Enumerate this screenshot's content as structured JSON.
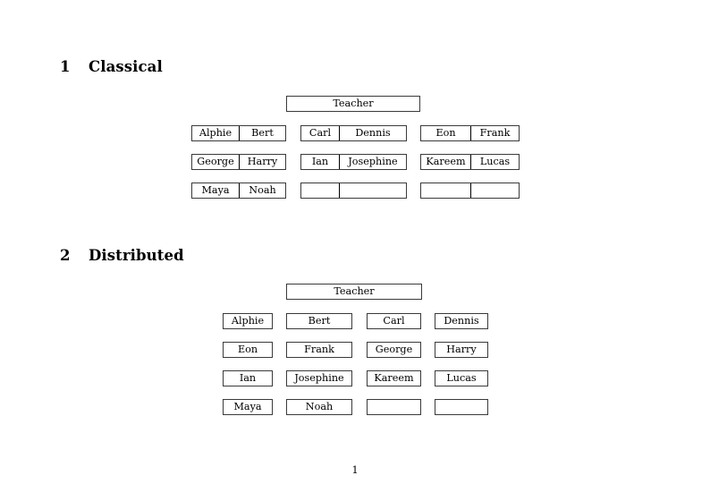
{
  "document": {
    "page_number": "1"
  },
  "sections": [
    {
      "number": "1",
      "title": "Classical",
      "teacher_label": "Teacher",
      "groups": [
        {
          "name": "left",
          "rows": [
            {
              "first": "Alphie",
              "second": "Bert"
            },
            {
              "first": "George",
              "second": "Harry"
            },
            {
              "first": "Maya",
              "second": "Noah"
            }
          ]
        },
        {
          "name": "middle",
          "rows": [
            {
              "first": "Carl",
              "second": "Dennis"
            },
            {
              "first": "Ian",
              "second": "Josephine"
            },
            {
              "first": "",
              "second": ""
            }
          ]
        },
        {
          "name": "right",
          "rows": [
            {
              "first": "Eon",
              "second": "Frank"
            },
            {
              "first": "Kareem",
              "second": "Lucas"
            },
            {
              "first": "",
              "second": ""
            }
          ]
        }
      ]
    },
    {
      "number": "2",
      "title": "Distributed",
      "teacher_label": "Teacher",
      "rows": [
        [
          "Alphie",
          "Bert",
          "Carl",
          "Dennis"
        ],
        [
          "Eon",
          "Frank",
          "George",
          "Harry"
        ],
        [
          "Ian",
          "Josephine",
          "Kareem",
          "Lucas"
        ],
        [
          "Maya",
          "Noah",
          "",
          ""
        ]
      ]
    }
  ]
}
